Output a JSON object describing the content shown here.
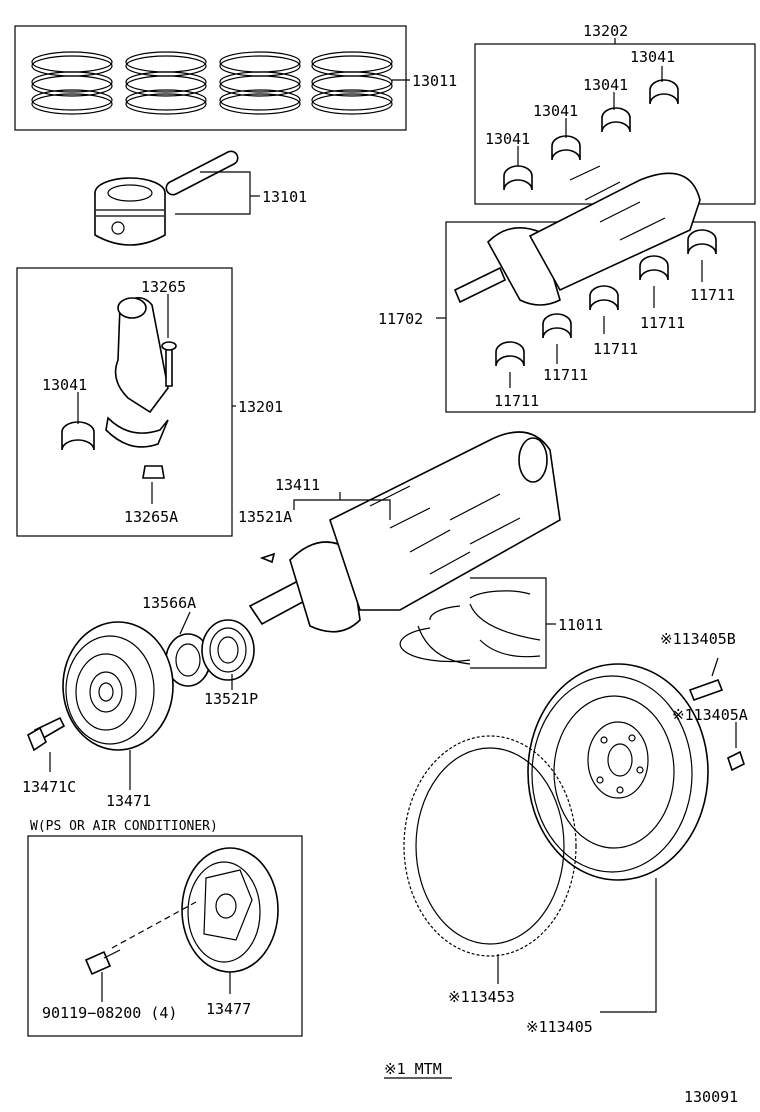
{
  "diagram": {
    "labels": {
      "p13011": "13011",
      "p13202": "13202",
      "p13041_a": "13041",
      "p13041_b": "13041",
      "p13041_c": "13041",
      "p13041_d": "13041",
      "p13101": "13101",
      "p11702": "11702",
      "p11711_a": "11711",
      "p11711_b": "11711",
      "p11711_c": "11711",
      "p11711_d": "11711",
      "p11711_e": "11711",
      "p13265": "13265",
      "p13041_rod": "13041",
      "p13201": "13201",
      "p13265A": "13265A",
      "p13411": "13411",
      "p13521A": "13521A",
      "p13566A": "13566A",
      "p11011": "11011",
      "p113405B": "※113405B",
      "p113405A": "※113405A",
      "p13521P": "13521P",
      "p13471C": "13471C",
      "p13471": "13471",
      "note_ps": "W(PS OR AIR CONDITIONER)",
      "p90119": "90119−08200 (4)",
      "p13477": "13477",
      "p113453": "※113453",
      "p113405": "※113405",
      "footnote": "※1 MTM",
      "figure_code": "130091"
    }
  }
}
